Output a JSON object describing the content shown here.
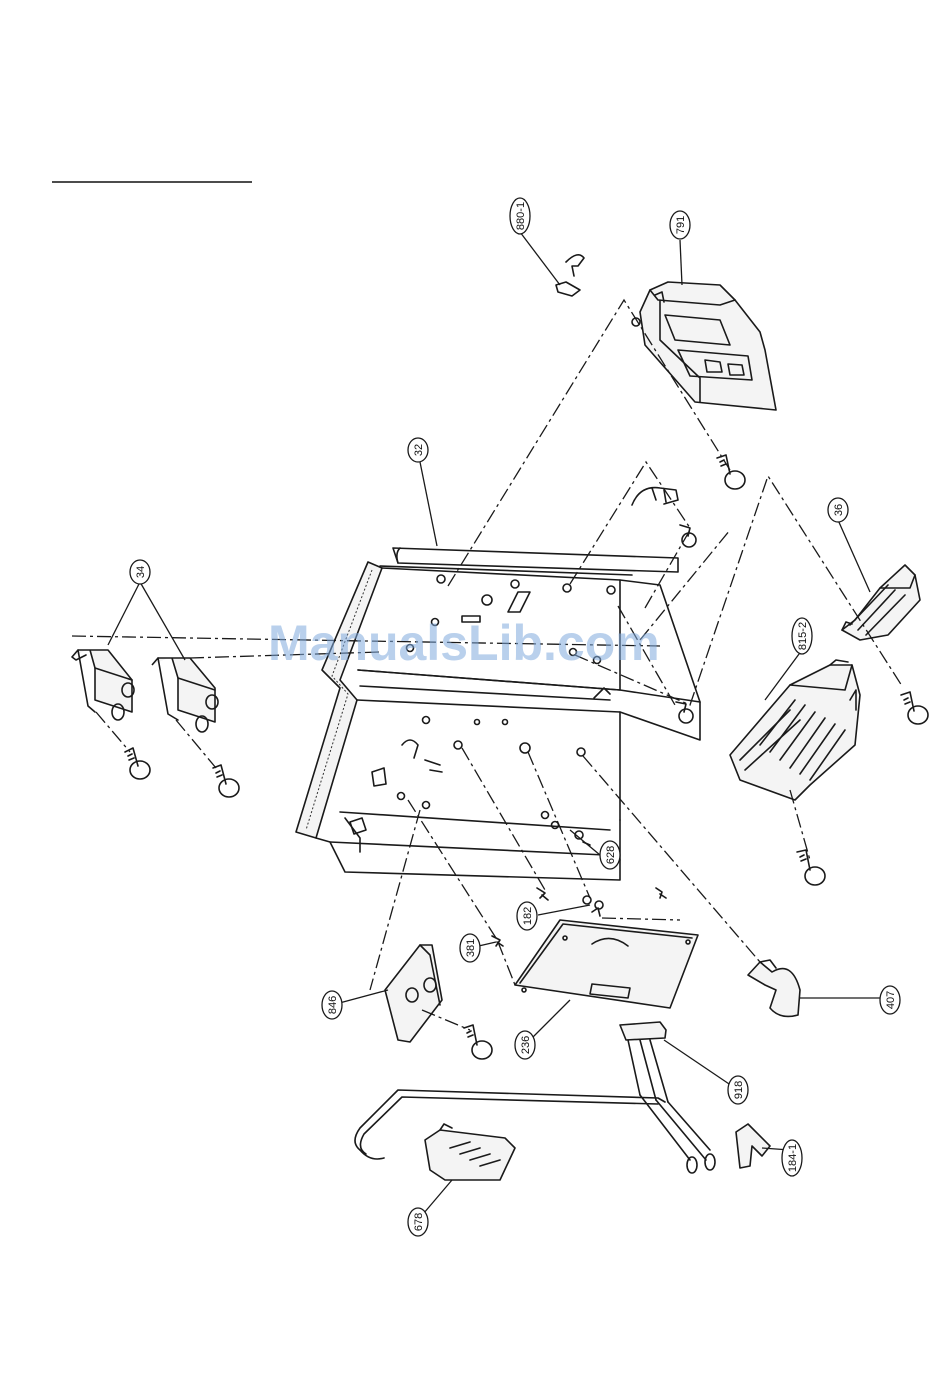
{
  "watermark": "ManualsLib.com",
  "callouts": [
    {
      "id": "c-880-1",
      "label": "880-1"
    },
    {
      "id": "c-791",
      "label": "791"
    },
    {
      "id": "c-32",
      "label": "32"
    },
    {
      "id": "c-34",
      "label": "34"
    },
    {
      "id": "c-36",
      "label": "36"
    },
    {
      "id": "c-815-2",
      "label": "815-2"
    },
    {
      "id": "c-628",
      "label": "628"
    },
    {
      "id": "c-182",
      "label": "182"
    },
    {
      "id": "c-381",
      "label": "381"
    },
    {
      "id": "c-846",
      "label": "846"
    },
    {
      "id": "c-236",
      "label": "236"
    },
    {
      "id": "c-407",
      "label": "407"
    },
    {
      "id": "c-918",
      "label": "918"
    },
    {
      "id": "c-184-1",
      "label": "184-1"
    },
    {
      "id": "c-678",
      "label": "678"
    }
  ]
}
